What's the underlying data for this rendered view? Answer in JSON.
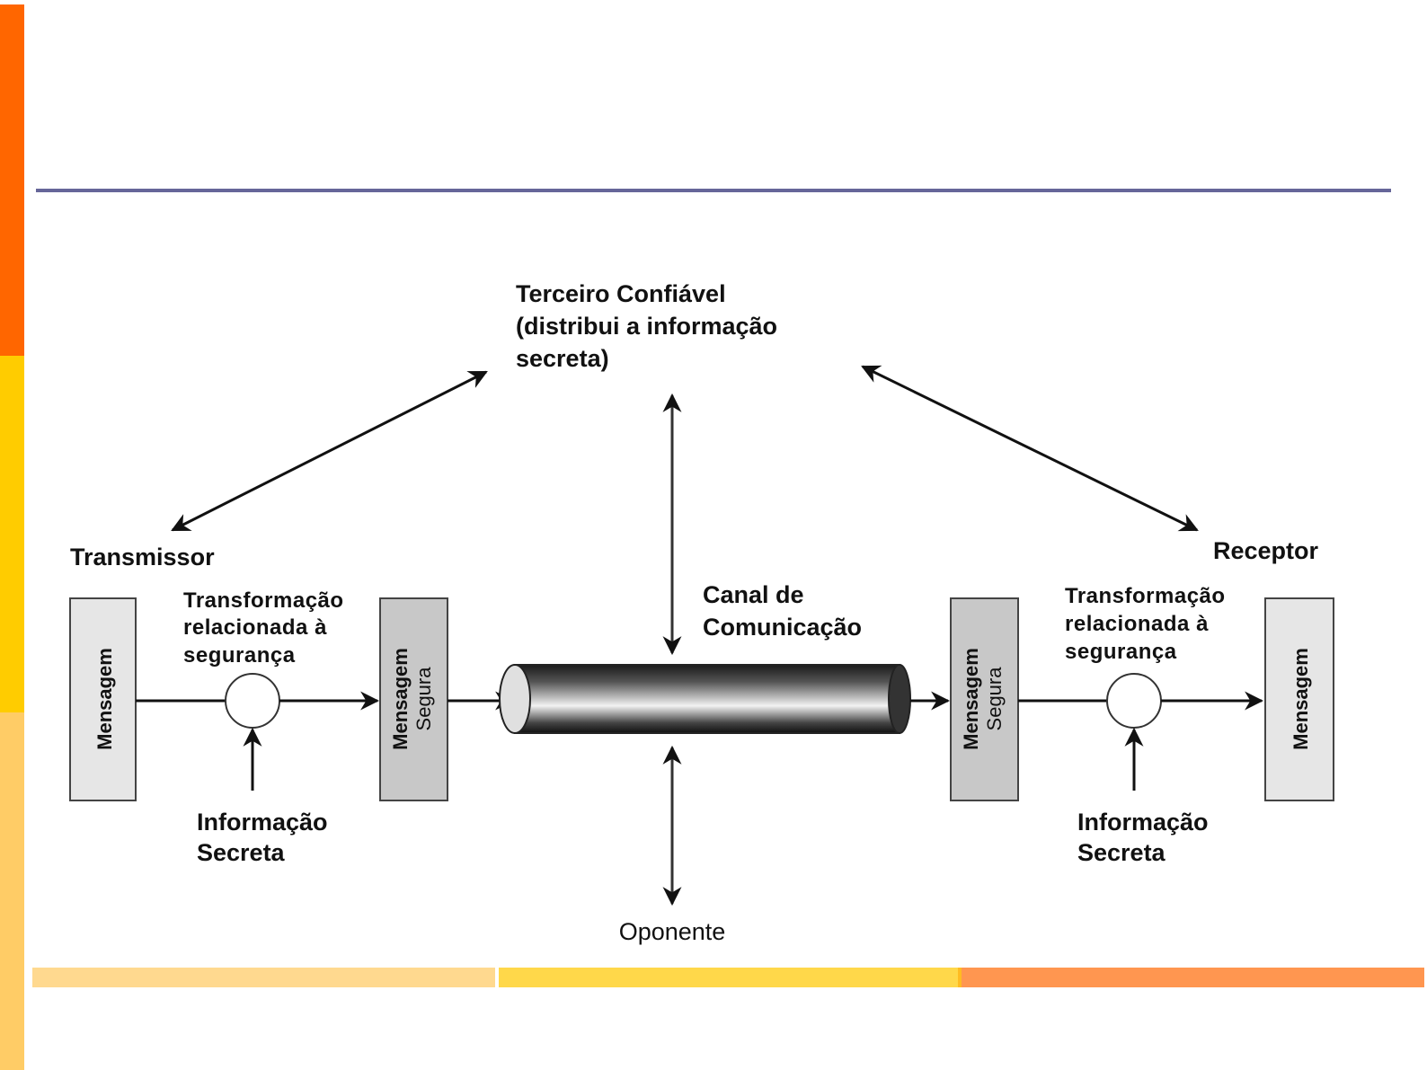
{
  "slide": {
    "accent_colors": {
      "left_bar_top": "#ff6600",
      "left_bar_middle": "#ffcc00",
      "left_bar_bottom": "#ffcc66",
      "title_rule": "#666699",
      "bottom_bar_left": "#ffd98f",
      "bottom_bar_middle": "#ffd84a",
      "bottom_bar_right": "#ff9650"
    }
  },
  "diagram": {
    "trusted_third_party": [
      "Terceiro Confiável",
      "(distribui a informação",
      "secreta)"
    ],
    "sender": {
      "title": "Transmissor",
      "message_box": "Mensagem",
      "transform_label": [
        "Transformação",
        "relacionada à",
        "segurança"
      ],
      "secret_info": [
        "Informação",
        "Secreta"
      ],
      "secure_box": [
        "Mensagem",
        "Segura"
      ]
    },
    "channel": [
      "Canal de",
      "Comunicação"
    ],
    "receiver": {
      "title": "Receptor",
      "secure_box": [
        "Mensagem",
        "Segura"
      ],
      "transform_label": [
        "Transformação",
        "relacionada à",
        "segurança"
      ],
      "secret_info": [
        "Informação",
        "Secreta"
      ],
      "message_box": "Mensagem"
    },
    "opponent": "Oponente"
  }
}
